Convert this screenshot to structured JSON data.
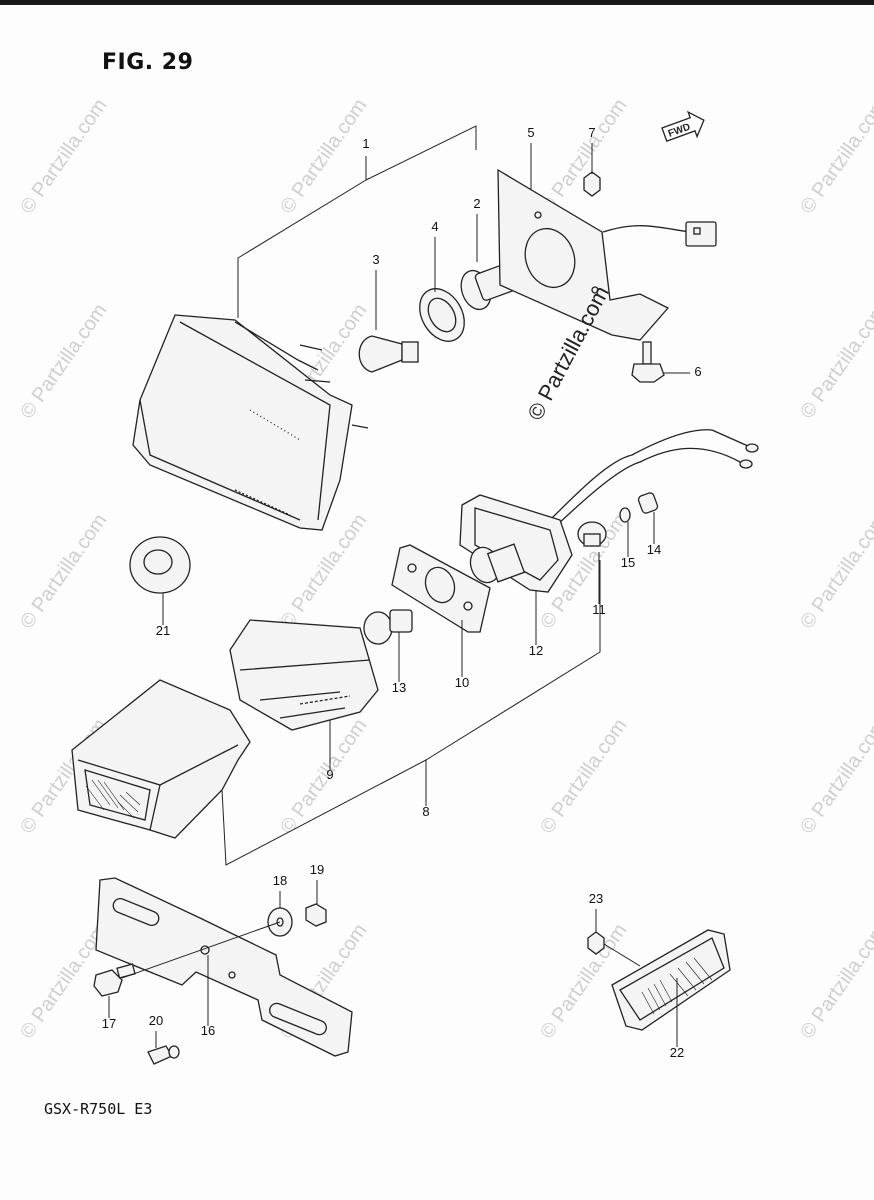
{
  "figure_title": "FIG. 29",
  "model": "GSX-R750L  E3",
  "watermark": "© Partzilla.com",
  "fwd_label": "FWD",
  "footer_note": "",
  "callouts": [
    "1",
    "2",
    "3",
    "4",
    "5",
    "6",
    "7",
    "8",
    "9",
    "10",
    "11",
    "12",
    "13",
    "14",
    "15",
    "16",
    "17",
    "18",
    "19",
    "20",
    "21",
    "22",
    "23"
  ],
  "parts": {
    "main_lamp": "1",
    "socket": "2",
    "main_bulb": "3",
    "gasket": "4",
    "bracket": "5",
    "bolt_bracket": "6",
    "nut_bracket": "7",
    "license_lamp_assy": "8",
    "lens": "9",
    "plate_gasket": "10",
    "grommet_small": "11",
    "socket_holder": "12",
    "license_bulb": "13",
    "spacer": "14",
    "washer_small": "15",
    "plate_bracket": "16",
    "bolt_plate": "17",
    "washer_plate": "18",
    "nut_plate": "19",
    "bulb_small": "20",
    "grommet_large": "21",
    "reflector": "22",
    "nut_reflector": "23"
  }
}
